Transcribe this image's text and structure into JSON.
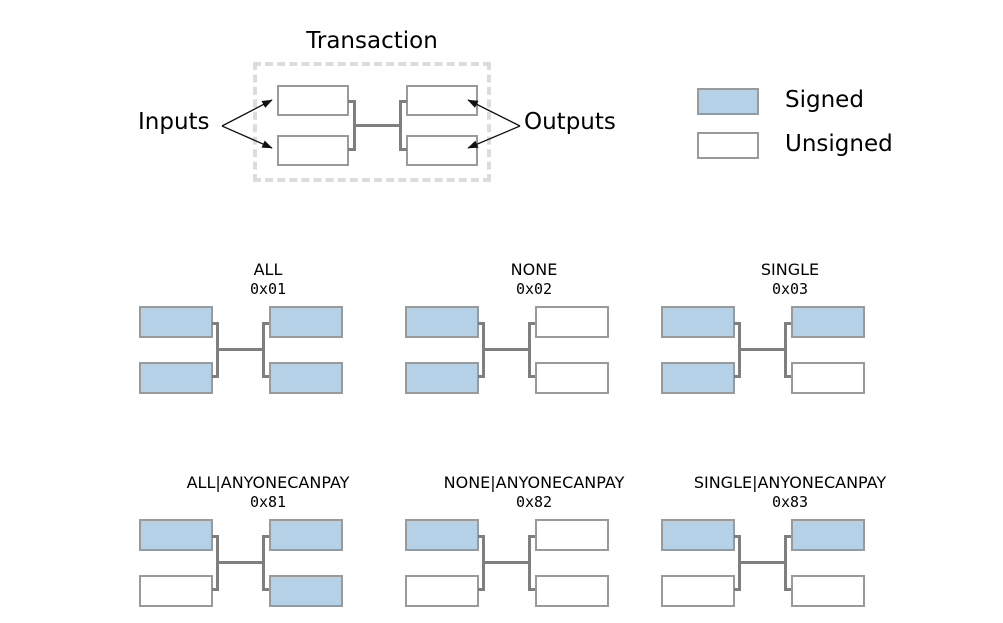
{
  "figure": {
    "transaction": {
      "title": "Transaction",
      "inputs_label": "Inputs",
      "outputs_label": "Outputs",
      "inputs": [
        "unsigned",
        "unsigned"
      ],
      "outputs": [
        "unsigned",
        "unsigned"
      ]
    },
    "legend": {
      "items": [
        {
          "key": "signed",
          "label": "Signed",
          "color": "#b4d1e7"
        },
        {
          "key": "unsigned",
          "label": "Unsigned",
          "color": "#ffffff"
        }
      ]
    },
    "colors": {
      "signed_fill": "#b4d1e7",
      "unsigned_fill": "#ffffff",
      "box_stroke": "#9a9a9a",
      "connector": "#7f7f7f",
      "dashed_border": "#dcdcdc"
    },
    "variants": [
      {
        "title": "ALL",
        "code": "0x01",
        "inputs": [
          "signed",
          "signed"
        ],
        "outputs": [
          "signed",
          "signed"
        ]
      },
      {
        "title": "NONE",
        "code": "0x02",
        "inputs": [
          "signed",
          "signed"
        ],
        "outputs": [
          "unsigned",
          "unsigned"
        ]
      },
      {
        "title": "SINGLE",
        "code": "0x03",
        "inputs": [
          "signed",
          "signed"
        ],
        "outputs": [
          "signed",
          "unsigned"
        ]
      },
      {
        "title": "ALL|ANYONECANPAY",
        "code": "0x81",
        "inputs": [
          "signed",
          "unsigned"
        ],
        "outputs": [
          "signed",
          "signed"
        ]
      },
      {
        "title": "NONE|ANYONECANPAY",
        "code": "0x82",
        "inputs": [
          "signed",
          "unsigned"
        ],
        "outputs": [
          "unsigned",
          "unsigned"
        ]
      },
      {
        "title": "SINGLE|ANYONECANPAY",
        "code": "0x83",
        "inputs": [
          "signed",
          "unsigned"
        ],
        "outputs": [
          "signed",
          "unsigned"
        ]
      }
    ]
  }
}
